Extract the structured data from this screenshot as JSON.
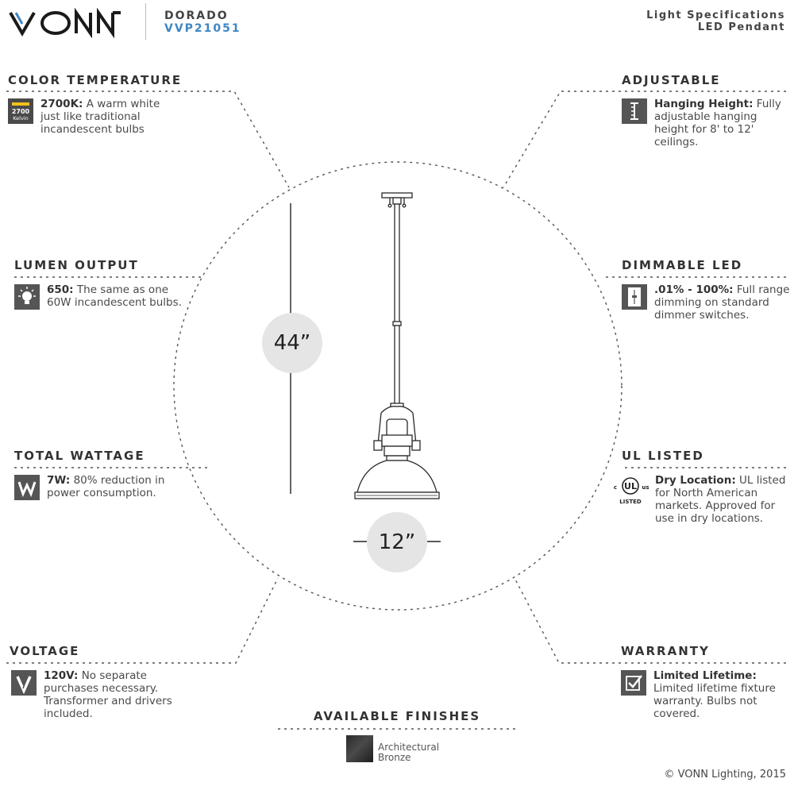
{
  "brand": {
    "name": "VONN"
  },
  "header": {
    "product_name": "DORADO",
    "sku": "VVP21051",
    "spec_title": "Light Specifications",
    "spec_subtitle": "LED Pendant"
  },
  "colors": {
    "accent": "#3f86c4",
    "text_dark": "#333333",
    "icon_bg": "#555555",
    "dim_circle": "#e5e5e5"
  },
  "features": {
    "color_temperature": {
      "heading": "COLOR TEMPERATURE",
      "icon": "kelvin-badge-icon",
      "icon_text_top": "2700",
      "icon_text_bottom": "Kelvin",
      "bold": "2700K:",
      "text": " A warm white just like traditional incandescent bulbs"
    },
    "lumen_output": {
      "heading": "LUMEN OUTPUT",
      "icon": "lightbulb-icon",
      "bold": "650:",
      "text": " The same as one 60W incandescent bulbs."
    },
    "total_wattage": {
      "heading": "TOTAL WATTAGE",
      "icon": "wattage-icon",
      "bold": "7W:",
      "text": " 80% reduction in power consumption."
    },
    "voltage": {
      "heading": "VOLTAGE",
      "icon": "voltage-icon",
      "bold": "120V:",
      "text": " No separate purchases necessary. Transformer and drivers included."
    },
    "adjustable": {
      "heading": "ADJUSTABLE",
      "icon": "hanging-height-icon",
      "bold": "Hanging Height:",
      "text": " Fully adjustable hanging height for 8' to 12' ceilings."
    },
    "dimmable": {
      "heading": "DIMMABLE LED",
      "icon": "dimmer-icon",
      "bold": ".01% - 100%:",
      "text": " Full range dimming on standard dimmer switches."
    },
    "ul_listed": {
      "heading": "UL LISTED",
      "icon": "ul-listed-logo",
      "icon_text": "LISTED",
      "bold": "Dry Location:",
      "text": " UL listed for North American markets. Approved for use in dry locations."
    },
    "warranty": {
      "heading": "WARRANTY",
      "icon": "warranty-check-icon",
      "bold": "Limited Lifetime:",
      "text": " Limited lifetime fixture warranty.  Bulbs not covered."
    }
  },
  "dimensions": {
    "height": "44”",
    "width": "12”"
  },
  "finishes": {
    "heading": "AVAILABLE FINISHES",
    "items": [
      {
        "line1": "Architectural",
        "line2": "Bronze",
        "color": "#2f2f2f"
      }
    ]
  },
  "footer": {
    "copyright": "© VONN Lighting, 2015"
  }
}
